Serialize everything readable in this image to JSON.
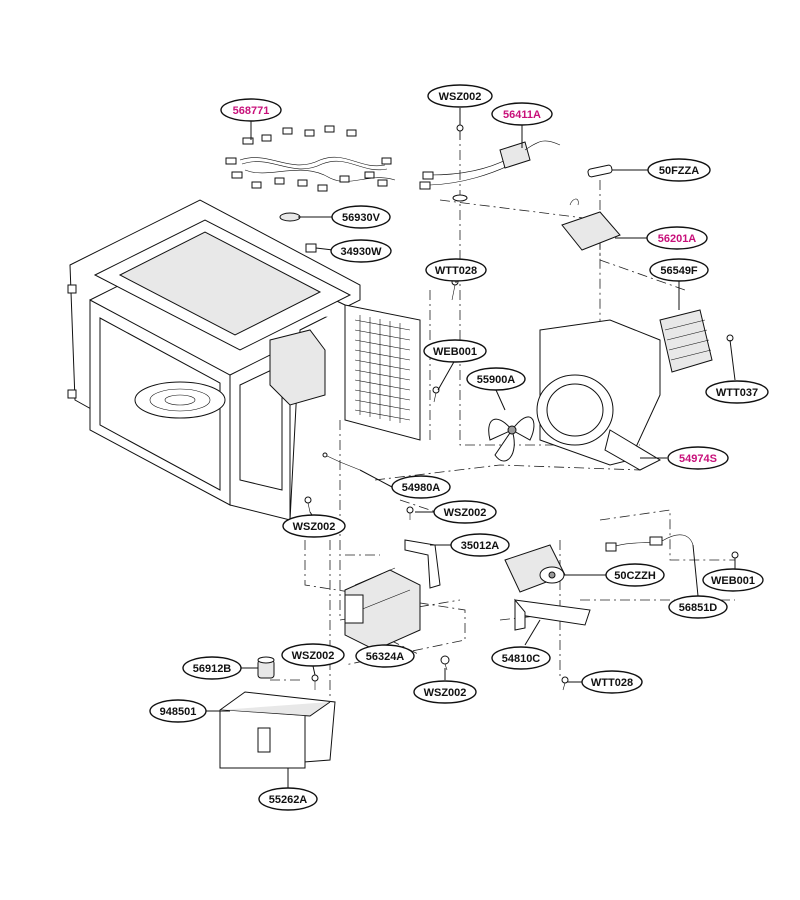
{
  "diagram": {
    "highlight_color": "#c8107a",
    "labels": [
      {
        "id": "568771",
        "text": "568771",
        "highlighted": true
      },
      {
        "id": "WSZ002_top",
        "text": "WSZ002",
        "highlighted": false
      },
      {
        "id": "56411A",
        "text": "56411A",
        "highlighted": true
      },
      {
        "id": "50FZZA",
        "text": "50FZZA",
        "highlighted": false
      },
      {
        "id": "56930V",
        "text": "56930V",
        "highlighted": false
      },
      {
        "id": "56201A",
        "text": "56201A",
        "highlighted": true
      },
      {
        "id": "34930W",
        "text": "34930W",
        "highlighted": false
      },
      {
        "id": "WTT028_top",
        "text": "WTT028",
        "highlighted": false
      },
      {
        "id": "56549F",
        "text": "56549F",
        "highlighted": false
      },
      {
        "id": "WEB001_top",
        "text": "WEB001",
        "highlighted": false
      },
      {
        "id": "55900A",
        "text": "55900A",
        "highlighted": false
      },
      {
        "id": "WTT037",
        "text": "WTT037",
        "highlighted": false
      },
      {
        "id": "54974S",
        "text": "54974S",
        "highlighted": true
      },
      {
        "id": "54980A",
        "text": "54980A",
        "highlighted": false
      },
      {
        "id": "WSZ002_mid",
        "text": "WSZ002",
        "highlighted": false
      },
      {
        "id": "WSZ002_left",
        "text": "WSZ002",
        "highlighted": false
      },
      {
        "id": "35012A",
        "text": "35012A",
        "highlighted": false
      },
      {
        "id": "50CZZH",
        "text": "50CZZH",
        "highlighted": false
      },
      {
        "id": "WEB001_bot",
        "text": "WEB001",
        "highlighted": false
      },
      {
        "id": "56851D",
        "text": "56851D",
        "highlighted": false
      },
      {
        "id": "56324A",
        "text": "56324A",
        "highlighted": false
      },
      {
        "id": "54810C",
        "text": "54810C",
        "highlighted": false
      },
      {
        "id": "56912B",
        "text": "56912B",
        "highlighted": false
      },
      {
        "id": "WSZ002_bot1",
        "text": "WSZ002",
        "highlighted": false
      },
      {
        "id": "WTT028_bot",
        "text": "WTT028",
        "highlighted": false
      },
      {
        "id": "WSZ002_bot2",
        "text": "WSZ002",
        "highlighted": false
      },
      {
        "id": "948501",
        "text": "948501",
        "highlighted": false
      },
      {
        "id": "55262A",
        "text": "55262A",
        "highlighted": false
      }
    ]
  }
}
